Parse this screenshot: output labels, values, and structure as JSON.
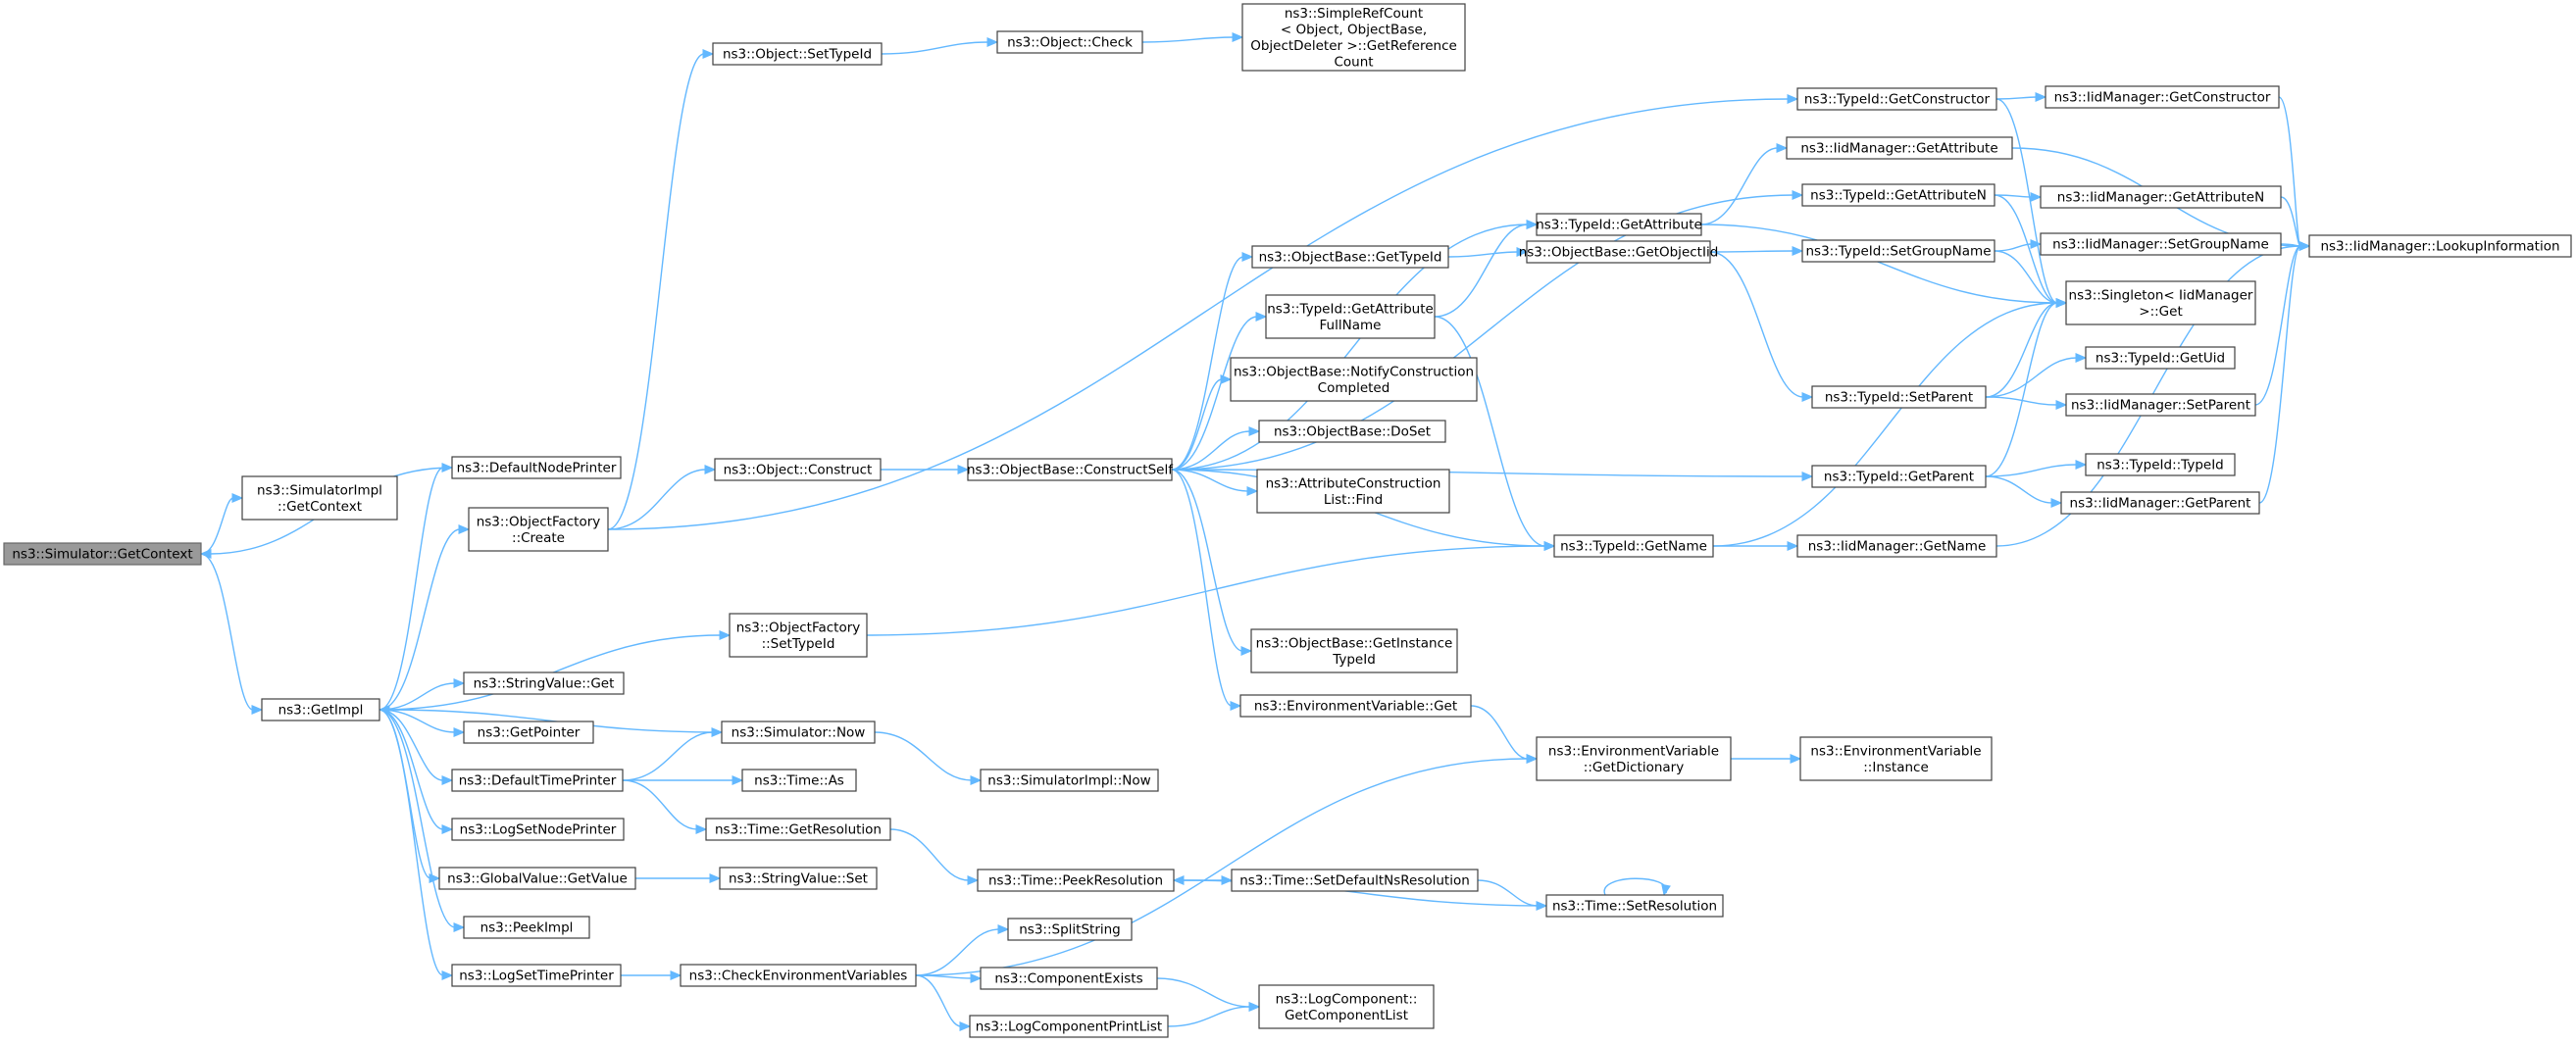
{
  "graph": {
    "edge_color": "#63b8ff",
    "highlight_fill": "#999999",
    "nodes": [
      {
        "id": "n0",
        "lines": [
          "ns3::Simulator::GetContext"
        ],
        "highlight": true
      },
      {
        "id": "n1",
        "lines": [
          "ns3::SimulatorImpl",
          "::GetContext"
        ]
      },
      {
        "id": "n2",
        "lines": [
          "ns3::GetImpl"
        ]
      },
      {
        "id": "n3",
        "lines": [
          "ns3::DefaultNodePrinter"
        ]
      },
      {
        "id": "n4",
        "lines": [
          "ns3::ObjectFactory",
          "::Create"
        ]
      },
      {
        "id": "n5",
        "lines": [
          "ns3::StringValue::Get"
        ]
      },
      {
        "id": "n6",
        "lines": [
          "ns3::GetPointer"
        ]
      },
      {
        "id": "n7",
        "lines": [
          "ns3::DefaultTimePrinter"
        ]
      },
      {
        "id": "n8",
        "lines": [
          "ns3::LogSetNodePrinter"
        ]
      },
      {
        "id": "n9",
        "lines": [
          "ns3::GlobalValue::GetValue"
        ]
      },
      {
        "id": "n10",
        "lines": [
          "ns3::PeekImpl"
        ]
      },
      {
        "id": "n11",
        "lines": [
          "ns3::LogSetTimePrinter"
        ]
      },
      {
        "id": "n12",
        "lines": [
          "ns3::Object::SetTypeId"
        ]
      },
      {
        "id": "n13",
        "lines": [
          "ns3::Object::Construct"
        ]
      },
      {
        "id": "n14",
        "lines": [
          "ns3::ObjectFactory",
          "::SetTypeId"
        ]
      },
      {
        "id": "n15",
        "lines": [
          "ns3::Simulator::Now"
        ]
      },
      {
        "id": "n16",
        "lines": [
          "ns3::Time::As"
        ]
      },
      {
        "id": "n17",
        "lines": [
          "ns3::Time::GetResolution"
        ]
      },
      {
        "id": "n18",
        "lines": [
          "ns3::StringValue::Set"
        ]
      },
      {
        "id": "n19",
        "lines": [
          "ns3::CheckEnvironmentVariables"
        ]
      },
      {
        "id": "n20",
        "lines": [
          "ns3::Object::Check"
        ]
      },
      {
        "id": "n21",
        "lines": [
          "ns3::ObjectBase::ConstructSelf"
        ]
      },
      {
        "id": "n22",
        "lines": [
          "ns3::SimulatorImpl::Now"
        ]
      },
      {
        "id": "n23",
        "lines": [
          "ns3::Time::PeekResolution"
        ]
      },
      {
        "id": "n24",
        "lines": [
          "ns3::SplitString"
        ]
      },
      {
        "id": "n25",
        "lines": [
          "ns3::ComponentExists"
        ]
      },
      {
        "id": "n26",
        "lines": [
          "ns3::LogComponentPrintList"
        ]
      },
      {
        "id": "n27",
        "lines": [
          "ns3::SimpleRefCount",
          "< Object, ObjectBase,",
          " ObjectDeleter >::GetReference",
          "Count"
        ]
      },
      {
        "id": "n28",
        "lines": [
          "ns3::ObjectBase::GetTypeId"
        ]
      },
      {
        "id": "n29",
        "lines": [
          "ns3::TypeId::GetAttribute",
          "FullName"
        ]
      },
      {
        "id": "n30",
        "lines": [
          "ns3::ObjectBase::NotifyConstruction",
          "Completed"
        ]
      },
      {
        "id": "n31",
        "lines": [
          "ns3::ObjectBase::DoSet"
        ]
      },
      {
        "id": "n32",
        "lines": [
          "ns3::AttributeConstruction",
          "List::Find"
        ]
      },
      {
        "id": "n33",
        "lines": [
          "ns3::ObjectBase::GetInstance",
          "TypeId"
        ]
      },
      {
        "id": "n34",
        "lines": [
          "ns3::EnvironmentVariable::Get"
        ]
      },
      {
        "id": "n35",
        "lines": [
          "ns3::Time::SetDefaultNsResolution"
        ]
      },
      {
        "id": "n36",
        "lines": [
          "ns3::LogComponent::",
          "GetComponentList"
        ]
      },
      {
        "id": "n37",
        "lines": [
          "ns3::TypeId::GetAttribute"
        ]
      },
      {
        "id": "n38",
        "lines": [
          "ns3::ObjectBase::GetObjectIid"
        ]
      },
      {
        "id": "n39",
        "lines": [
          "ns3::TypeId::GetName"
        ]
      },
      {
        "id": "n40",
        "lines": [
          "ns3::EnvironmentVariable",
          "::GetDictionary"
        ]
      },
      {
        "id": "n41",
        "lines": [
          "ns3::Time::SetResolution"
        ]
      },
      {
        "id": "n42",
        "lines": [
          "ns3::TypeId::GetConstructor"
        ]
      },
      {
        "id": "n43",
        "lines": [
          "ns3::IidManager::GetAttribute"
        ]
      },
      {
        "id": "n44",
        "lines": [
          "ns3::TypeId::GetAttributeN"
        ]
      },
      {
        "id": "n45",
        "lines": [
          "ns3::TypeId::SetGroupName"
        ]
      },
      {
        "id": "n46",
        "lines": [
          "ns3::TypeId::SetParent"
        ]
      },
      {
        "id": "n47",
        "lines": [
          "ns3::TypeId::GetParent"
        ]
      },
      {
        "id": "n48",
        "lines": [
          "ns3::IidManager::GetName"
        ]
      },
      {
        "id": "n49",
        "lines": [
          "ns3::EnvironmentVariable",
          "::Instance"
        ]
      },
      {
        "id": "n50",
        "lines": [
          "ns3::IidManager::GetConstructor"
        ]
      },
      {
        "id": "n51",
        "lines": [
          "ns3::IidManager::GetAttributeN"
        ]
      },
      {
        "id": "n52",
        "lines": [
          "ns3::IidManager::SetGroupName"
        ]
      },
      {
        "id": "n53",
        "lines": [
          "ns3::Singleton< IidManager",
          " >::Get"
        ]
      },
      {
        "id": "n54",
        "lines": [
          "ns3::TypeId::GetUid"
        ]
      },
      {
        "id": "n55",
        "lines": [
          "ns3::IidManager::SetParent"
        ]
      },
      {
        "id": "n56",
        "lines": [
          "ns3::TypeId::TypeId"
        ]
      },
      {
        "id": "n57",
        "lines": [
          "ns3::IidManager::GetParent"
        ]
      },
      {
        "id": "n58",
        "lines": [
          "ns3::IidManager::LookupInformation"
        ]
      }
    ],
    "edges": [
      {
        "from": "n0",
        "to": "n1"
      },
      {
        "from": "n0",
        "to": "n2"
      },
      {
        "from": "n2",
        "to": "n3"
      },
      {
        "from": "n3",
        "to": "n0"
      },
      {
        "from": "n2",
        "to": "n4"
      },
      {
        "from": "n2",
        "to": "n5"
      },
      {
        "from": "n2",
        "to": "n6"
      },
      {
        "from": "n2",
        "to": "n7"
      },
      {
        "from": "n2",
        "to": "n8"
      },
      {
        "from": "n2",
        "to": "n9"
      },
      {
        "from": "n2",
        "to": "n10"
      },
      {
        "from": "n2",
        "to": "n11"
      },
      {
        "from": "n2",
        "to": "n14"
      },
      {
        "from": "n15",
        "to": "n2"
      },
      {
        "from": "n4",
        "to": "n12"
      },
      {
        "from": "n4",
        "to": "n13"
      },
      {
        "from": "n4",
        "to": "n42"
      },
      {
        "from": "n12",
        "to": "n20"
      },
      {
        "from": "n20",
        "to": "n27"
      },
      {
        "from": "n13",
        "to": "n21"
      },
      {
        "from": "n14",
        "to": "n39"
      },
      {
        "from": "n7",
        "to": "n15"
      },
      {
        "from": "n7",
        "to": "n16"
      },
      {
        "from": "n7",
        "to": "n17"
      },
      {
        "from": "n15",
        "to": "n22"
      },
      {
        "from": "n17",
        "to": "n23"
      },
      {
        "from": "n9",
        "to": "n18"
      },
      {
        "from": "n11",
        "to": "n19"
      },
      {
        "from": "n19",
        "to": "n40"
      },
      {
        "from": "n19",
        "to": "n24"
      },
      {
        "from": "n19",
        "to": "n25"
      },
      {
        "from": "n19",
        "to": "n26"
      },
      {
        "from": "n25",
        "to": "n36"
      },
      {
        "from": "n26",
        "to": "n36"
      },
      {
        "from": "n23",
        "to": "n35"
      },
      {
        "from": "n35",
        "to": "n41"
      },
      {
        "from": "n41",
        "to": "n23"
      },
      {
        "from": "n41",
        "to": "n41"
      },
      {
        "from": "n21",
        "to": "n28"
      },
      {
        "from": "n21",
        "to": "n29"
      },
      {
        "from": "n21",
        "to": "n30"
      },
      {
        "from": "n21",
        "to": "n31"
      },
      {
        "from": "n21",
        "to": "n32"
      },
      {
        "from": "n21",
        "to": "n33"
      },
      {
        "from": "n21",
        "to": "n34"
      },
      {
        "from": "n21",
        "to": "n37"
      },
      {
        "from": "n21",
        "to": "n39"
      },
      {
        "from": "n21",
        "to": "n44"
      },
      {
        "from": "n21",
        "to": "n47"
      },
      {
        "from": "n28",
        "to": "n38"
      },
      {
        "from": "n29",
        "to": "n37"
      },
      {
        "from": "n29",
        "to": "n39"
      },
      {
        "from": "n34",
        "to": "n40"
      },
      {
        "from": "n38",
        "to": "n45"
      },
      {
        "from": "n38",
        "to": "n46"
      },
      {
        "from": "n37",
        "to": "n43"
      },
      {
        "from": "n37",
        "to": "n53"
      },
      {
        "from": "n39",
        "to": "n48"
      },
      {
        "from": "n39",
        "to": "n53"
      },
      {
        "from": "n40",
        "to": "n49"
      },
      {
        "from": "n42",
        "to": "n50"
      },
      {
        "from": "n42",
        "to": "n53"
      },
      {
        "from": "n43",
        "to": "n58"
      },
      {
        "from": "n44",
        "to": "n51"
      },
      {
        "from": "n44",
        "to": "n53"
      },
      {
        "from": "n45",
        "to": "n52"
      },
      {
        "from": "n45",
        "to": "n53"
      },
      {
        "from": "n46",
        "to": "n53"
      },
      {
        "from": "n46",
        "to": "n54"
      },
      {
        "from": "n46",
        "to": "n55"
      },
      {
        "from": "n47",
        "to": "n53"
      },
      {
        "from": "n47",
        "to": "n56"
      },
      {
        "from": "n47",
        "to": "n57"
      },
      {
        "from": "n48",
        "to": "n58"
      },
      {
        "from": "n50",
        "to": "n58"
      },
      {
        "from": "n51",
        "to": "n58"
      },
      {
        "from": "n52",
        "to": "n58"
      },
      {
        "from": "n55",
        "to": "n58"
      },
      {
        "from": "n57",
        "to": "n58"
      }
    ]
  }
}
